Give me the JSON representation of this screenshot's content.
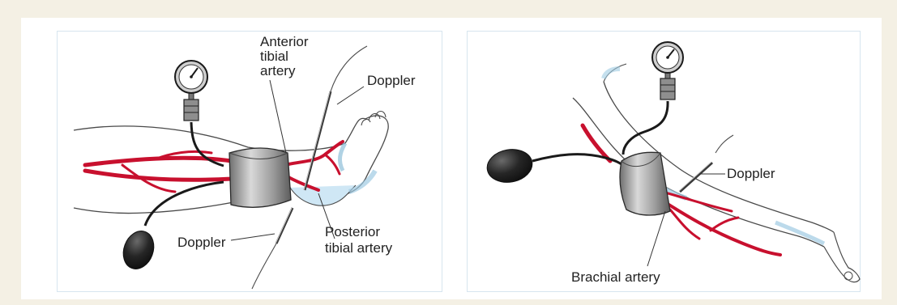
{
  "colors": {
    "page_background": "#f4f0e4",
    "artery": "#c8102e",
    "limb_shadow": "#bfe0f2",
    "cuff": "#9c9c9c",
    "bulb": "#202020"
  },
  "panels": [
    {
      "id": "leg",
      "labels": {
        "anterior": [
          "Anterior",
          "tibial",
          "artery"
        ],
        "doppler_top": "Doppler",
        "doppler_bottom": "Doppler",
        "posterior": [
          "Posterior",
          "tibial artery"
        ]
      }
    },
    {
      "id": "arm",
      "labels": {
        "doppler": "Doppler",
        "brachial": "Brachial artery"
      }
    }
  ]
}
